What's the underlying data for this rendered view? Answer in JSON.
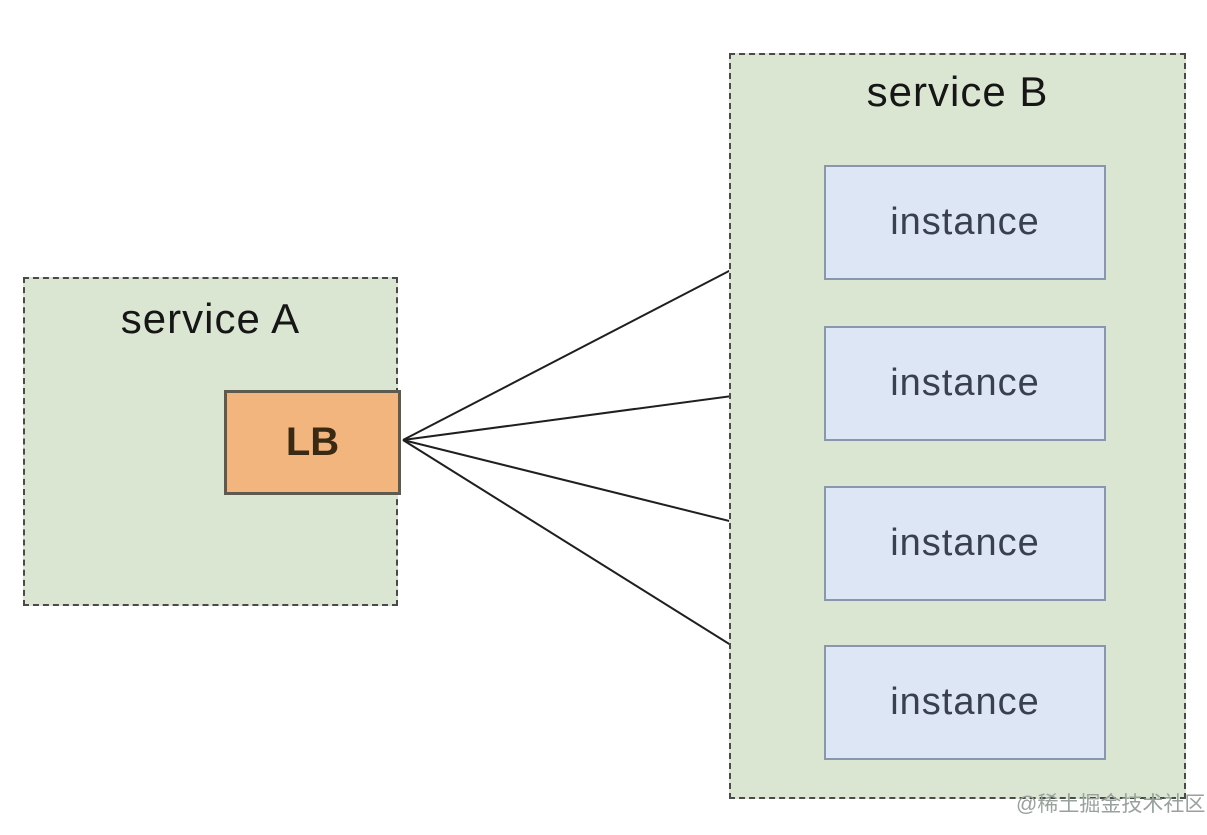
{
  "diagram": {
    "service_a": {
      "title": "service A",
      "lb_label": "LB"
    },
    "service_b": {
      "title": "service B",
      "instances": [
        {
          "label": "instance"
        },
        {
          "label": "instance"
        },
        {
          "label": "instance"
        },
        {
          "label": "instance"
        }
      ]
    },
    "edges": [
      {
        "from": "LB",
        "to": "instance-1"
      },
      {
        "from": "LB",
        "to": "instance-2"
      },
      {
        "from": "LB",
        "to": "instance-3"
      },
      {
        "from": "LB",
        "to": "instance-4"
      }
    ],
    "watermark": "@稀土掘金技术社区",
    "colors": {
      "group_fill": "#dbe6d2",
      "group_border": "#4a4a4a",
      "lb_fill": "#f3b57e",
      "lb_border": "#5d5b50",
      "lb_text": "#3a2a14",
      "instance_fill": "#dde6f4",
      "instance_border": "#8897ad",
      "instance_text": "#39414f",
      "title_text": "#161616",
      "arrow": "#1f1f1f",
      "watermark_text": "#98a29b",
      "background": "#ffffff"
    }
  }
}
